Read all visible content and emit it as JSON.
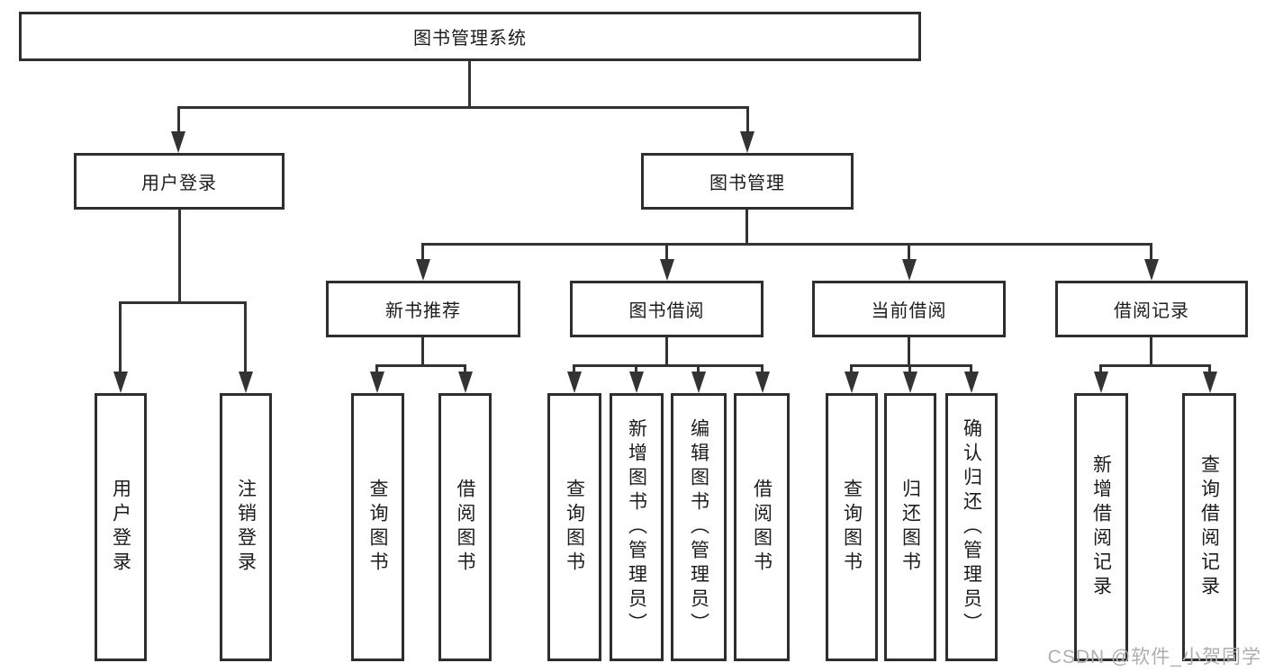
{
  "tree": {
    "root": {
      "label": "图书管理系统"
    },
    "children": [
      {
        "label": "用户登录",
        "children": [
          {
            "label": "用户登录"
          },
          {
            "label": "注销登录"
          }
        ]
      },
      {
        "label": "图书管理",
        "children": [
          {
            "label": "新书推荐",
            "children": [
              {
                "label": "查询图书"
              },
              {
                "label": "借阅图书"
              }
            ]
          },
          {
            "label": "图书借阅",
            "children": [
              {
                "label": "查询图书"
              },
              {
                "label": "新增图书（管理员）"
              },
              {
                "label": "编辑图书（管理员）"
              },
              {
                "label": "借阅图书"
              }
            ]
          },
          {
            "label": "当前借阅",
            "children": [
              {
                "label": "查询图书"
              },
              {
                "label": "归还图书"
              },
              {
                "label": "确认归还（管理员）"
              }
            ]
          },
          {
            "label": "借阅记录",
            "children": [
              {
                "label": "新增借阅记录"
              },
              {
                "label": "查询借阅记录"
              }
            ]
          }
        ]
      }
    ]
  },
  "watermark": {
    "text": "CSDN @软件_小贺同学"
  },
  "colors": {
    "line": "#333333",
    "box_border": "#2e2e2e",
    "text": "#1c1c1c",
    "watermark": "#aeaeae",
    "background": "#ffffff"
  }
}
